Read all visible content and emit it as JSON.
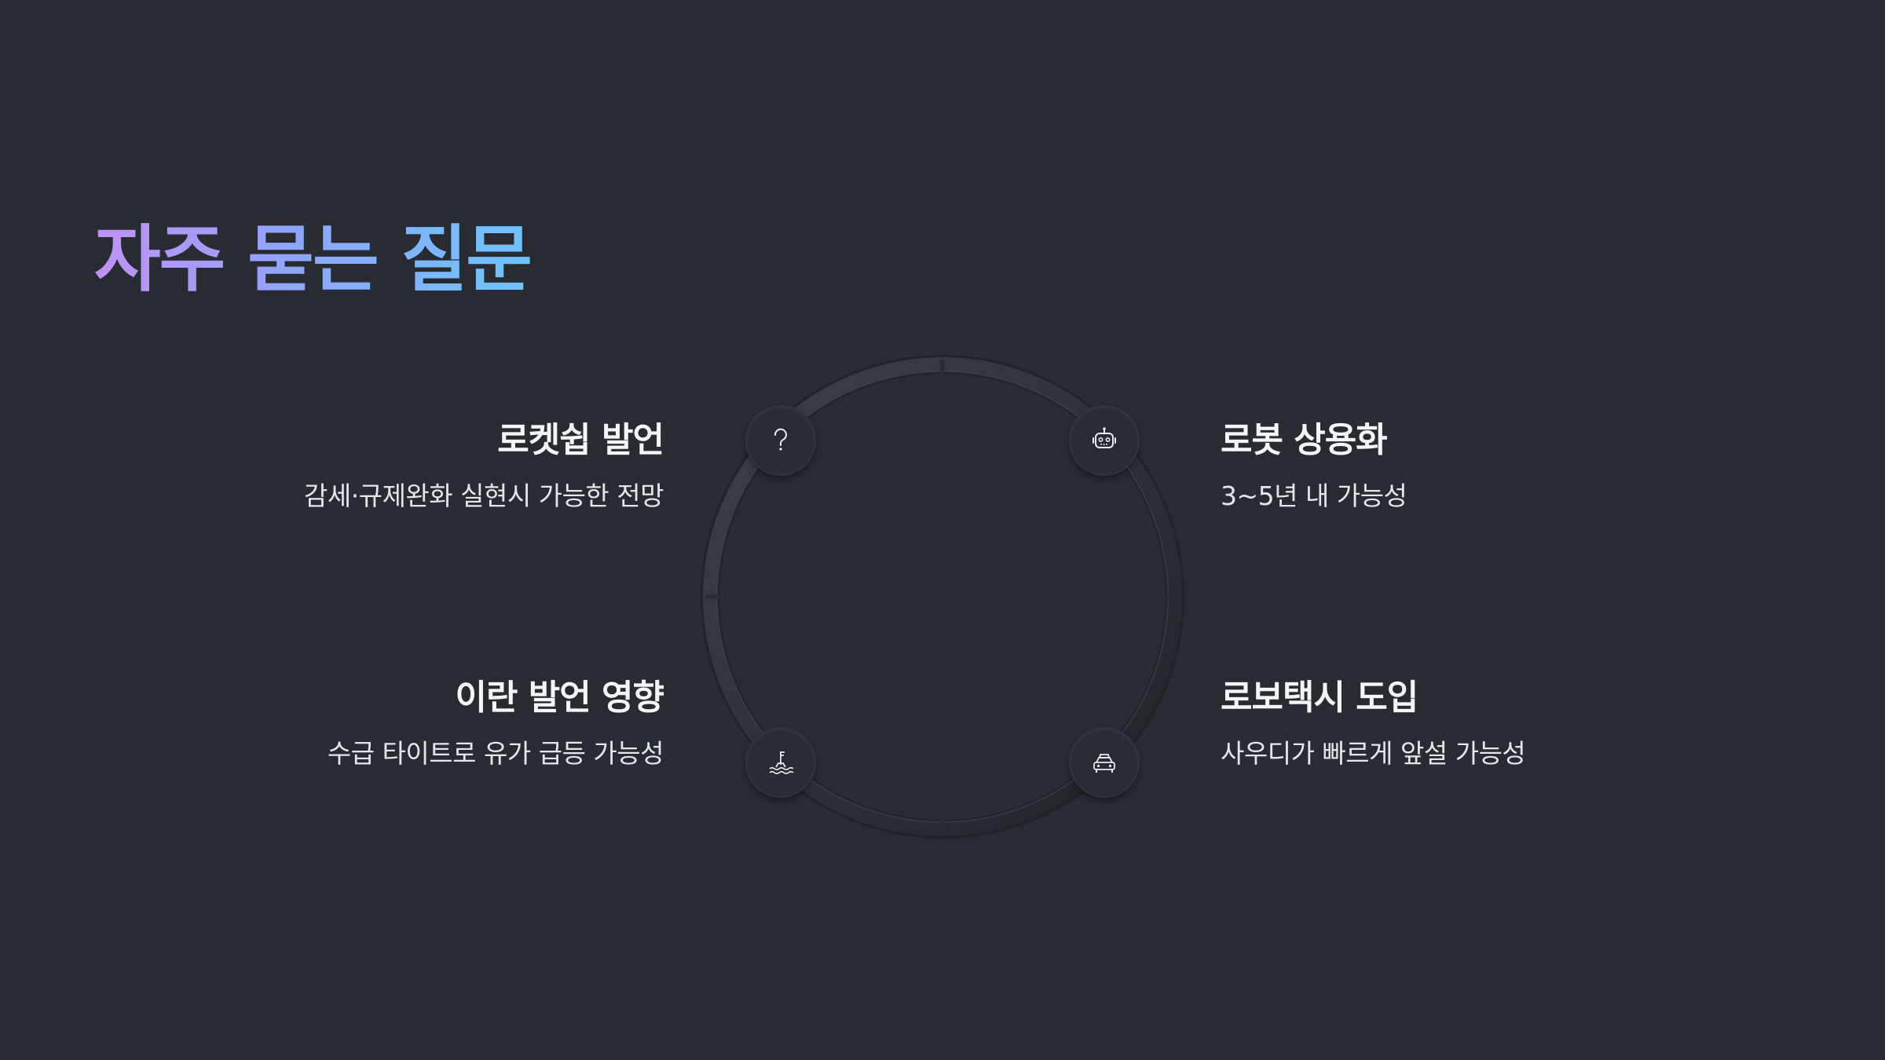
{
  "title": "자주 묻는 질문",
  "faqs": [
    {
      "heading": "로켓쉽 발언",
      "desc": "감세·규제완화 실현시 가능한 전망",
      "icon": "question-icon"
    },
    {
      "heading": "로봇 상용화",
      "desc": "3~5년 내 가능성",
      "icon": "robot-icon"
    },
    {
      "heading": "이란 발언 영향",
      "desc": "수급 타이트로 유가 급등 가능성",
      "icon": "oil-rig-icon"
    },
    {
      "heading": "로보택시 도입",
      "desc": "사우디가 빠르게 앞설 가능성",
      "icon": "taxi-icon"
    }
  ],
  "colors": {
    "background": "#282b32",
    "title_gradient_start": "#c190f5",
    "title_gradient_end": "#6ec3fb",
    "text": "#f2f3f5"
  }
}
